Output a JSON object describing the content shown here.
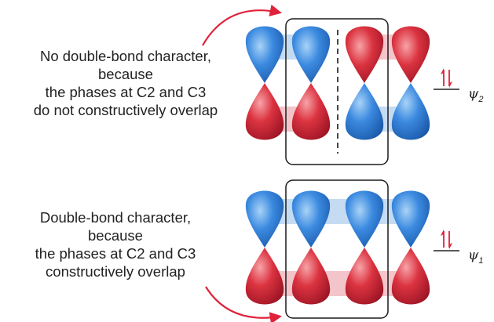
{
  "colors": {
    "positive_lobe": "#d42a3c",
    "negative_lobe": "#2f7fd1",
    "arrow": "#e0223a",
    "electron_arrow": "#e0223a",
    "frame": "#1a1a1a"
  },
  "orbitals": [
    {
      "name": "psi2",
      "label": "ψ",
      "subscript": "2",
      "caption_lines": [
        "No double-bond character,",
        "because",
        "the phases at C2 and C3",
        "do not constructively overlap"
      ],
      "top_phases": [
        "negative",
        "negative",
        "positive",
        "positive"
      ],
      "has_node": true
    },
    {
      "name": "psi1",
      "label": "ψ",
      "subscript": "1",
      "caption_lines": [
        "Double-bond character,",
        "because",
        "the phases at C2 and C3",
        "constructively overlap"
      ],
      "top_phases": [
        "negative",
        "negative",
        "negative",
        "negative"
      ],
      "has_node": false
    }
  ]
}
